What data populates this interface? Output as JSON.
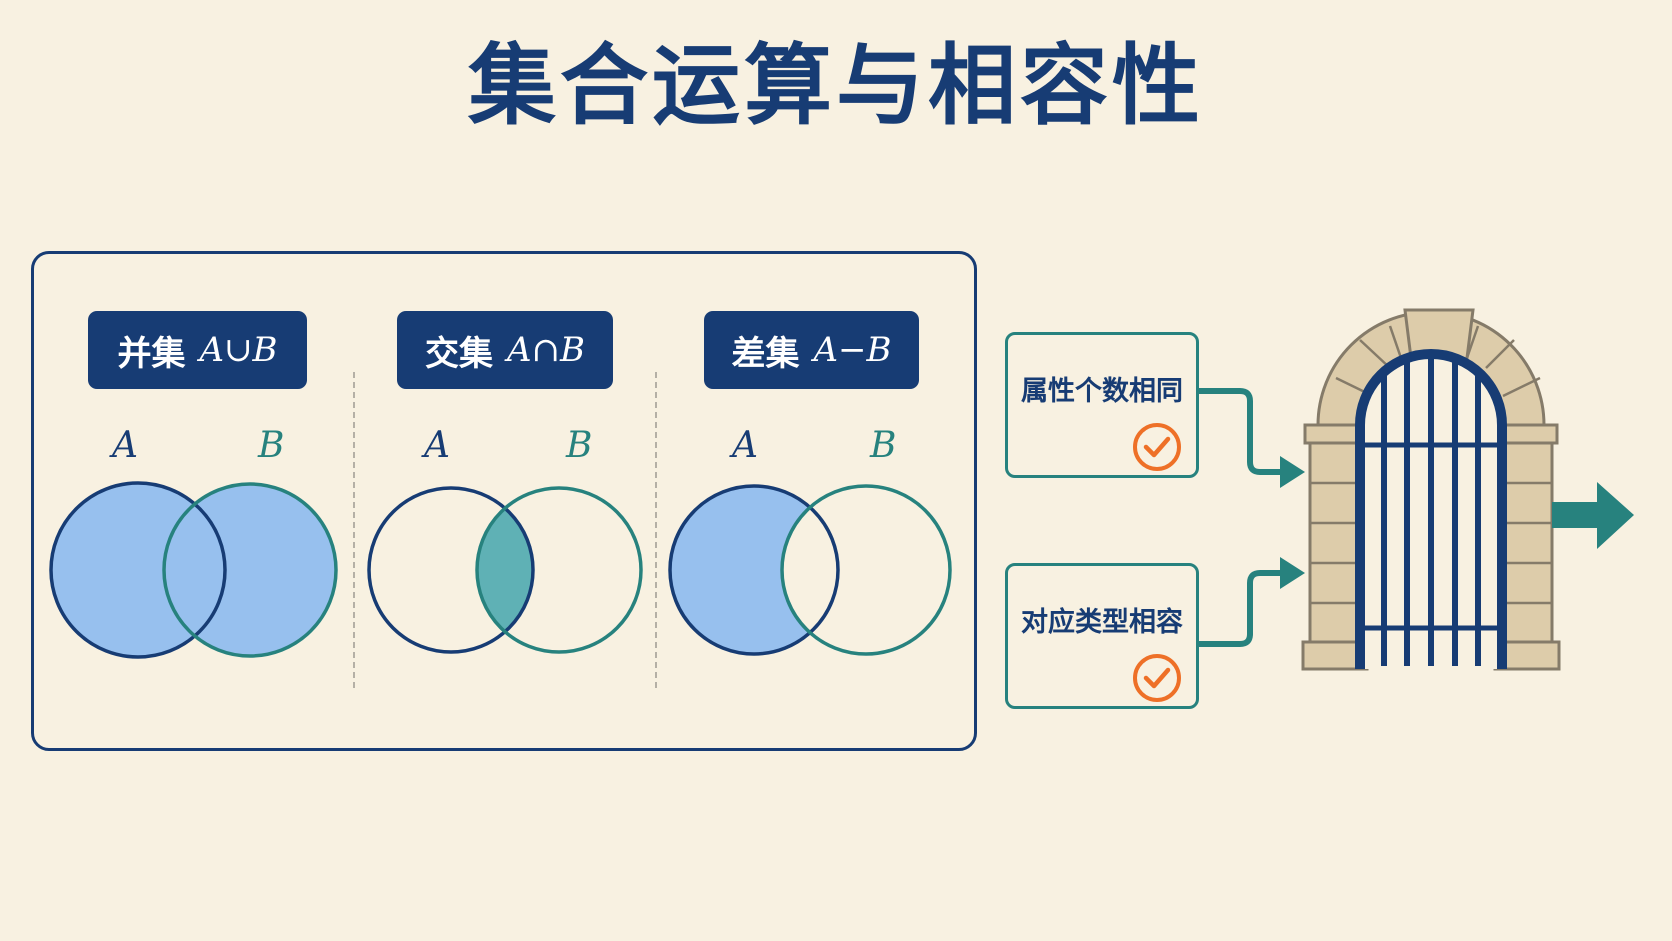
{
  "title": "集合运算与相容性",
  "operations": [
    {
      "name": "并集",
      "notation": "A∪B",
      "label_a": "A",
      "label_b": "B"
    },
    {
      "name": "交集",
      "notation": "A∩B",
      "label_a": "A",
      "label_b": "B"
    },
    {
      "name": "差集",
      "notation": "A−B",
      "label_a": "A",
      "label_b": "B"
    }
  ],
  "conditions": [
    {
      "text": "属性个数相同",
      "icon": "check-circle-icon"
    },
    {
      "text": "对应类型相容",
      "icon": "check-circle-icon"
    }
  ],
  "colors": {
    "navy": "#173c74",
    "teal": "#27827e",
    "fill_blue": "#97c0ee",
    "fill_teal": "#5fb1b5",
    "check_orange": "#ee7027",
    "stone": "#ddccaa",
    "background": "#f8f1e1"
  }
}
